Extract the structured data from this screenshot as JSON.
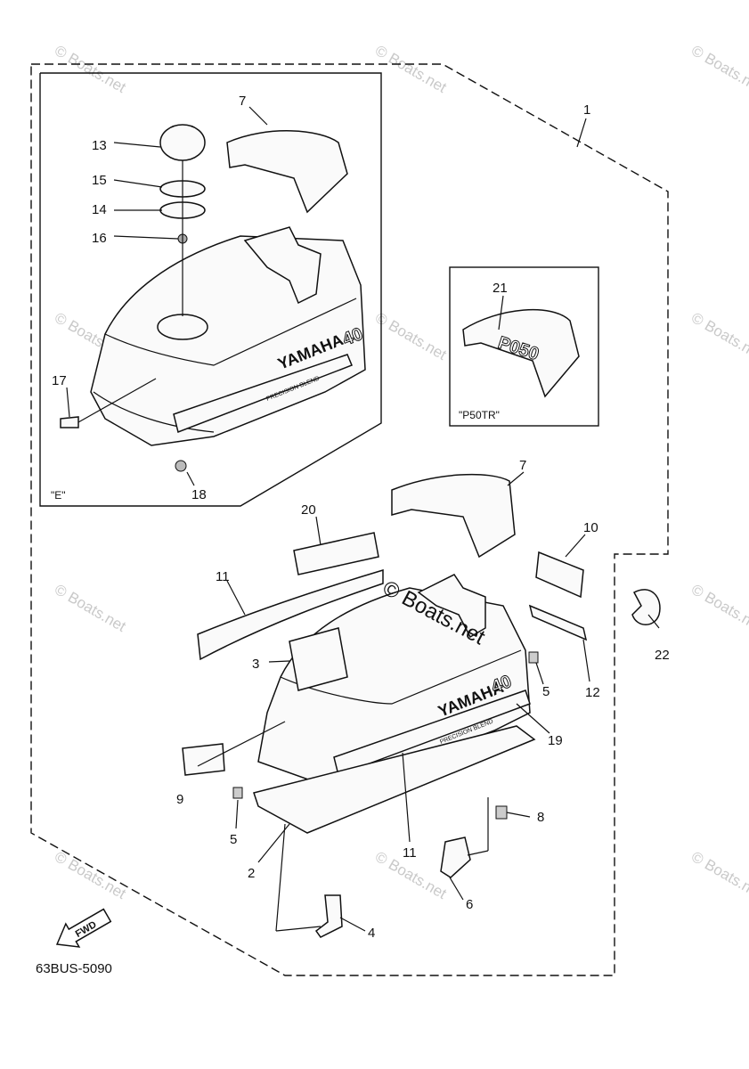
{
  "diagram": {
    "code": "63BUS-5090",
    "fwd_label": "FWD",
    "inset_e_label": "\"E\"",
    "inset_p50tr_label": "\"P50TR\"",
    "brand": "YAMAHA",
    "model_number": "40",
    "sub_brand": "PRECISION BLEND",
    "decal_text": "P050",
    "watermark": "© Boats.net"
  },
  "callouts": {
    "c1": "1",
    "c2": "2",
    "c3": "3",
    "c4": "4",
    "c5a": "5",
    "c5b": "5",
    "c6": "6",
    "c7a": "7",
    "c7b": "7",
    "c8": "8",
    "c9": "9",
    "c10": "10",
    "c11a": "11",
    "c11b": "11",
    "c12": "12",
    "c13": "13",
    "c14": "14",
    "c15": "15",
    "c16": "16",
    "c17": "17",
    "c18": "18",
    "c19": "19",
    "c20": "20",
    "c21": "21",
    "c22": "22"
  }
}
